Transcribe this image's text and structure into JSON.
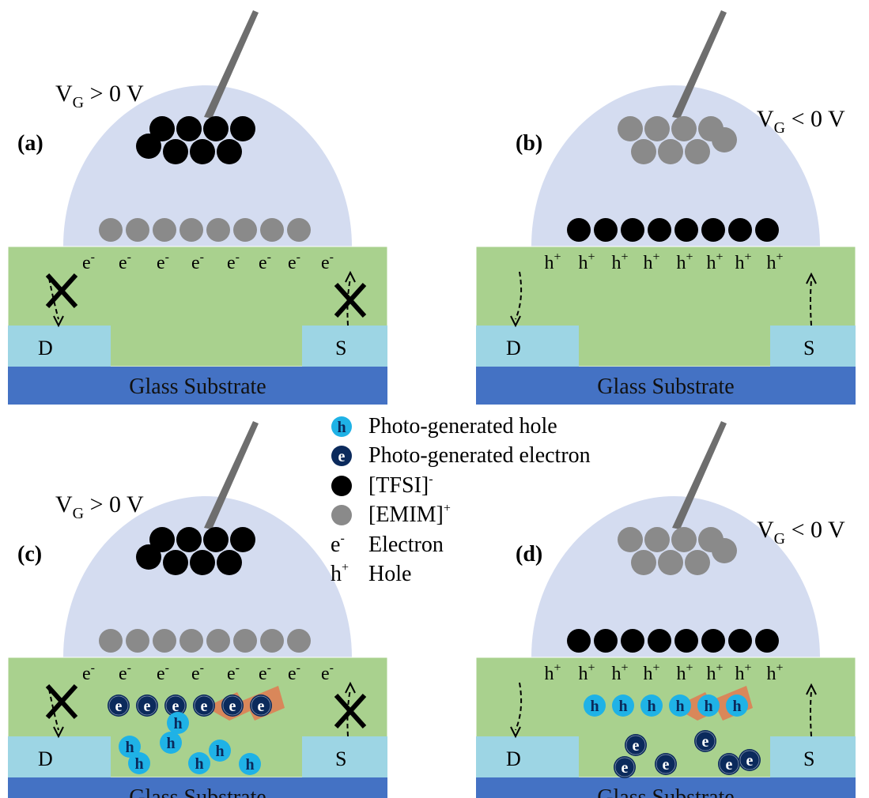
{
  "panels": [
    {
      "letter": "(a)",
      "gate": "V",
      "gate_sub": "G",
      "gate_rel": " > 0 V",
      "carrier": "e",
      "carrier_sup": "-",
      "drain": "D",
      "source": "S",
      "substrate": "Glass Substrate"
    },
    {
      "letter": "(b)",
      "gate": "V",
      "gate_sub": "G",
      "gate_rel": " < 0 V",
      "carrier": "h",
      "carrier_sup": "+",
      "drain": "D",
      "source": "S",
      "substrate": "Glass Substrate"
    },
    {
      "letter": "(c)",
      "gate": "V",
      "gate_sub": "G",
      "gate_rel": " > 0 V",
      "carrier": "e",
      "carrier_sup": "-",
      "drain": "D",
      "source": "S",
      "substrate": "Glass Substrate"
    },
    {
      "letter": "(d)",
      "gate": "V",
      "gate_sub": "G",
      "gate_rel": " < 0 V",
      "carrier": "h",
      "carrier_sup": "+",
      "drain": "D",
      "source": "S",
      "substrate": "Glass Substrate"
    }
  ],
  "legend": {
    "photo_hole": "Photo-generated hole",
    "photo_electron": "Photo-generated electron",
    "tfsi": "[TFSI]",
    "tfsi_sup": "-",
    "emim": "[EMIM]",
    "emim_sup": "+",
    "electron_sym": "e",
    "electron_sup": "-",
    "electron": "Electron",
    "hole_sym": "h",
    "hole_sup": "+",
    "hole": "Hole"
  },
  "ball_letters": {
    "hole": "h",
    "electron": "e"
  },
  "colors": {
    "ionic_gel": "#d4dcf0",
    "channel": "#a9d18e",
    "electrode": "#9dd5e4",
    "substrate": "#4472c4",
    "tfsi": "#000000",
    "emim": "#8a8a8a",
    "photo_hole": "#1fb2e6",
    "photo_electron": "#0b2a5c",
    "light": "#d9875a",
    "probe": "#6e6e6e"
  },
  "icons": [
    "gate-probe-icon",
    "light-bolt-icon",
    "blocked-cross-icon",
    "dashed-arrow-icon"
  ]
}
